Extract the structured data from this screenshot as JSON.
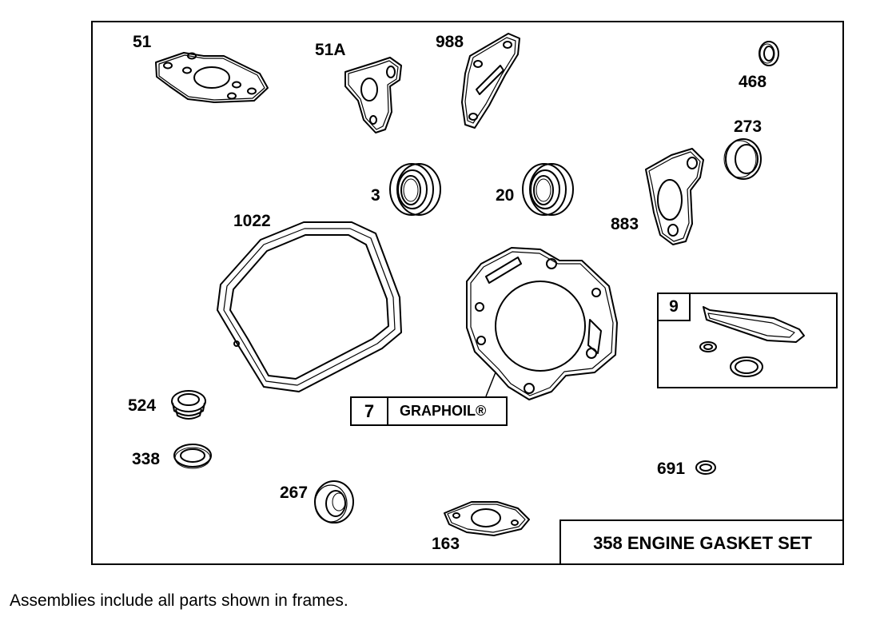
{
  "diagram": {
    "title": "358 ENGINE GASKET SET",
    "note": "Assemblies include all parts shown in frames.",
    "callout_7": {
      "number": "7",
      "text": "GRAPHOIL®"
    },
    "frame_9": {
      "number": "9"
    },
    "part_labels": {
      "p51": "51",
      "p51a": "51A",
      "p988": "988",
      "p468": "468",
      "p273": "273",
      "p3": "3",
      "p20": "20",
      "p883": "883",
      "p1022": "1022",
      "p524": "524",
      "p338": "338",
      "p267": "267",
      "p163": "163",
      "p691": "691"
    }
  }
}
